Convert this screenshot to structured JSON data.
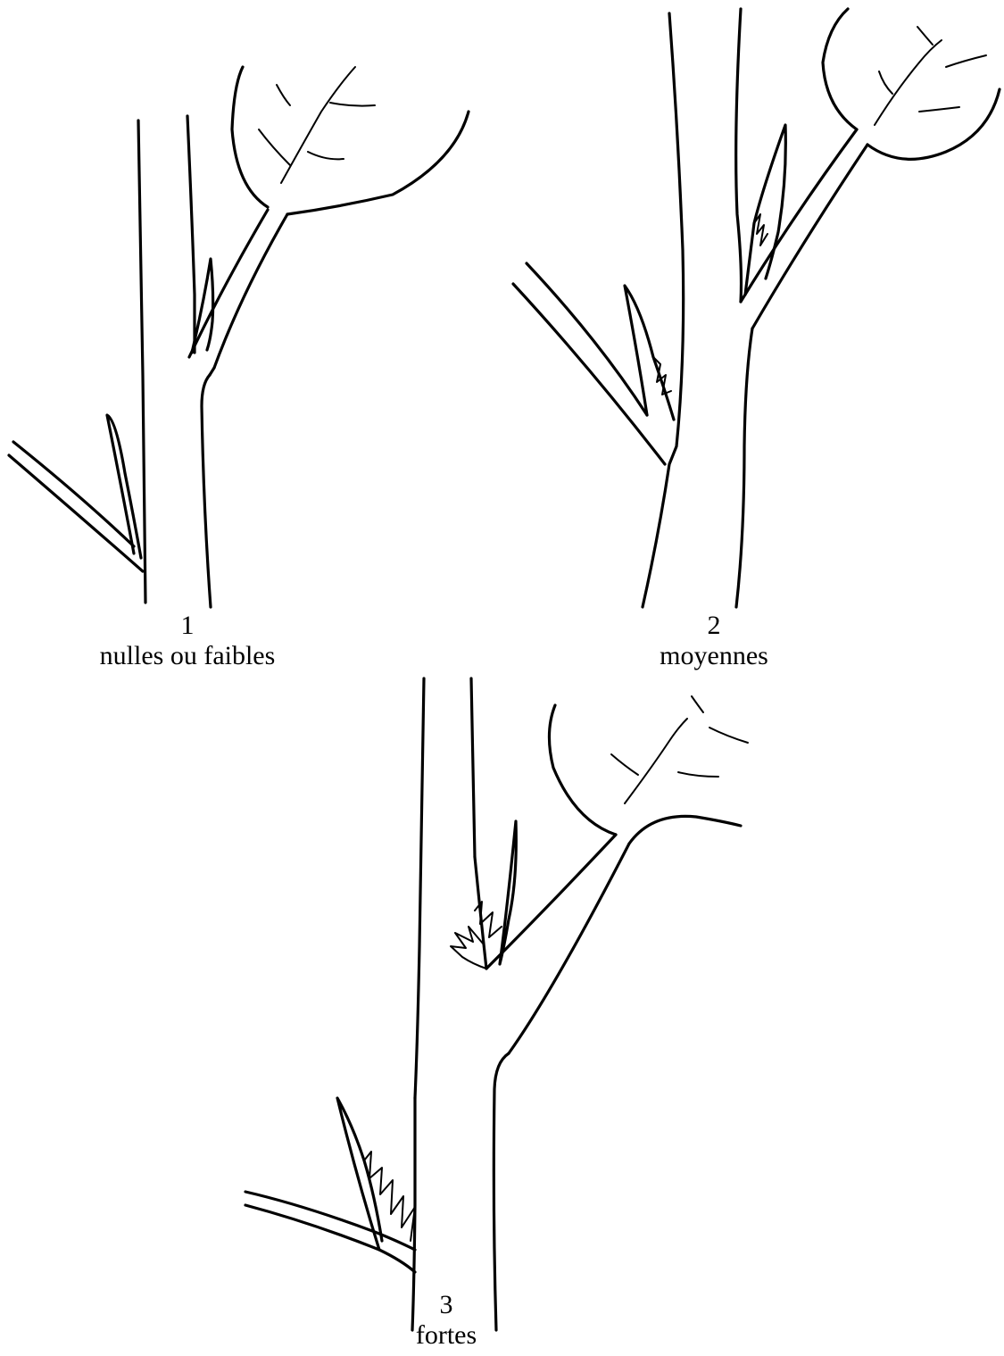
{
  "figures": [
    {
      "number": "1",
      "label": "nulles ou faibles"
    },
    {
      "number": "2",
      "label": "moyennes"
    },
    {
      "number": "3",
      "label": "fortes"
    }
  ],
  "colors": {
    "ink": "#000000",
    "background": "#ffffff"
  }
}
